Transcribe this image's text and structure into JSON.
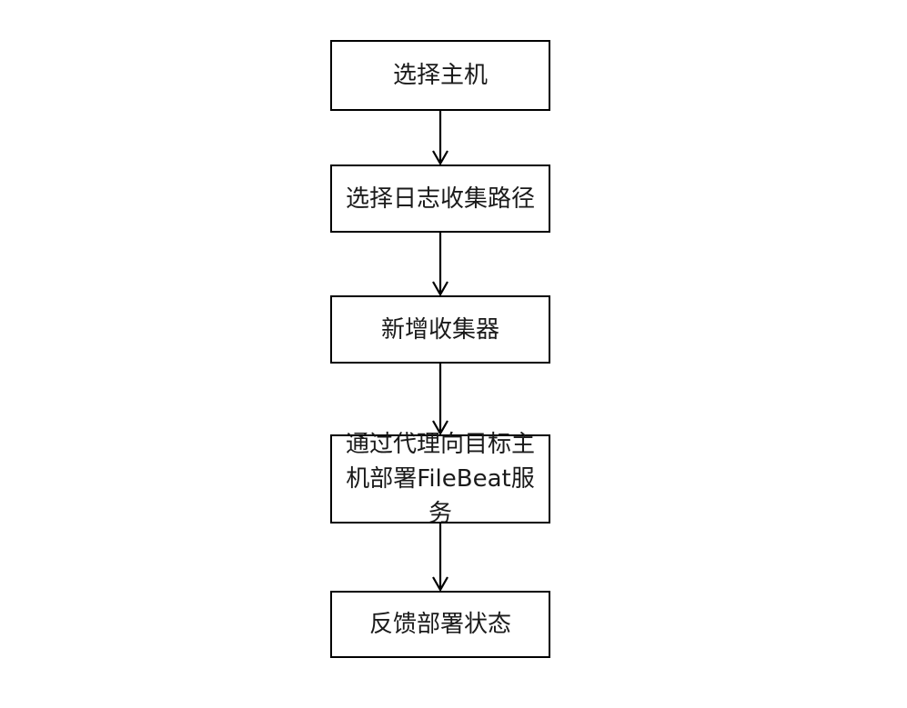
{
  "diagram": {
    "type": "flowchart",
    "orientation": "top-to-bottom",
    "background_color": "#ffffff",
    "border_color": "#000000",
    "text_color": "#1a1a1a",
    "nodes": [
      {
        "id": "select-host",
        "label": "选择主机",
        "shape": "rectangle",
        "order": 1
      },
      {
        "id": "select-log-collect-path",
        "label": "选择日志收集路径",
        "shape": "rectangle",
        "order": 2
      },
      {
        "id": "add-collector",
        "label": "新增收集器",
        "shape": "rectangle",
        "order": 3
      },
      {
        "id": "deploy-filebeat-via-agent",
        "label": "通过代理向目标主\n机部署FileBeat服务",
        "shape": "rectangle",
        "order": 4
      },
      {
        "id": "report-deploy-status",
        "label": "反馈部署状态",
        "shape": "rectangle",
        "order": 5
      }
    ],
    "edges": [
      {
        "id": "edge-1",
        "from": "select-host",
        "to": "select-log-collect-path",
        "arrow": "open-v",
        "label": ""
      },
      {
        "id": "edge-2",
        "from": "select-log-collect-path",
        "to": "add-collector",
        "arrow": "open-v",
        "label": ""
      },
      {
        "id": "edge-3",
        "from": "add-collector",
        "to": "deploy-filebeat-via-agent",
        "arrow": "open-v",
        "label": ""
      },
      {
        "id": "edge-4",
        "from": "deploy-filebeat-via-agent",
        "to": "report-deploy-status",
        "arrow": "open-v",
        "label": ""
      }
    ]
  }
}
